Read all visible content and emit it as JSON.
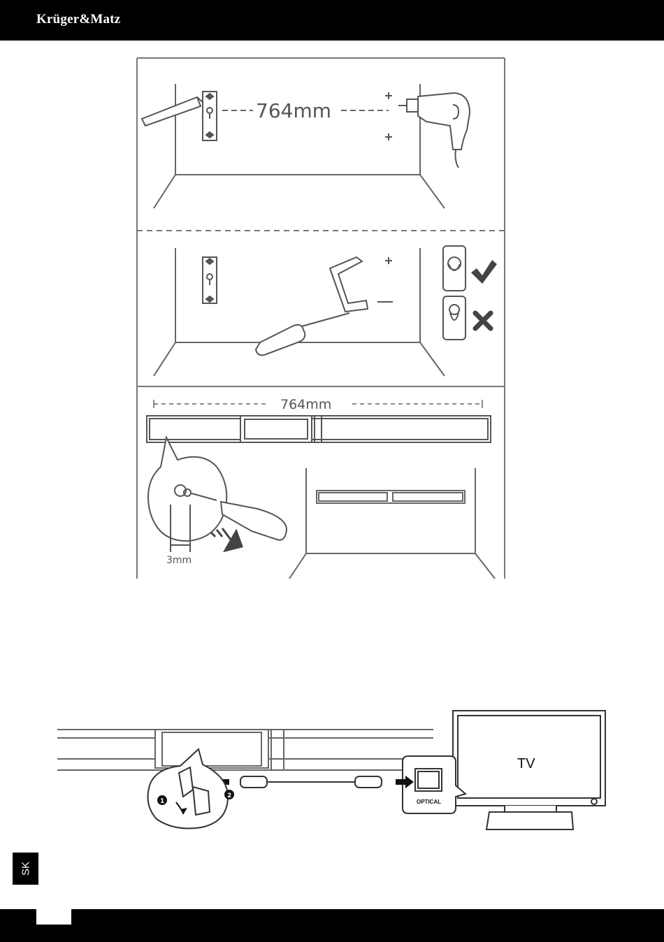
{
  "header": {
    "brand": "Krüger&Matz"
  },
  "footer": {
    "language_tab": "SK"
  },
  "colors": {
    "bar": "#000000",
    "line": "#666666",
    "background": "#ffffff"
  },
  "diagram_top": {
    "step1": {
      "distance": "764mm"
    },
    "step3": {
      "distance": "764mm",
      "screw_gap": "3mm"
    },
    "icons": [
      "check-icon",
      "cross-icon"
    ]
  },
  "diagram_bottom": {
    "tv_label": "TV",
    "port_label": "OPTICAL",
    "steps": [
      "1",
      "2"
    ]
  }
}
